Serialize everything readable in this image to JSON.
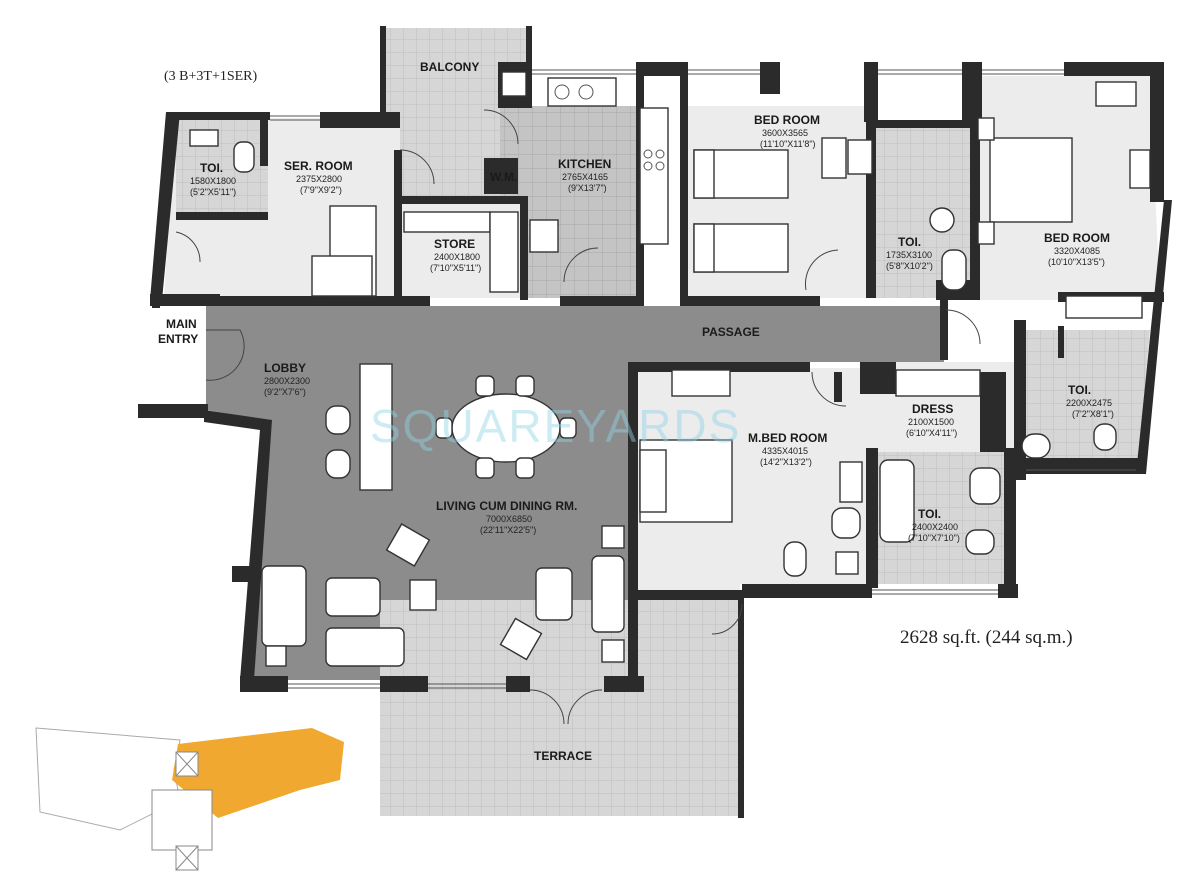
{
  "unit_type": "(3 B+3T+1SER)",
  "area": "2628 sq.ft. (244 sq.m.)",
  "watermark": "SQUAREYARDS",
  "rooms": {
    "balcony": {
      "name": "BALCONY"
    },
    "toi_ser": {
      "name": "TOI.",
      "mm": "1580X1800",
      "ft": "(5'2\"X5'11\")"
    },
    "ser_room": {
      "name": "SER. ROOM",
      "mm": "2375X2800",
      "ft": "(7'9\"X9'2\")"
    },
    "wm": {
      "name": "W.M."
    },
    "kitchen": {
      "name": "KITCHEN",
      "mm": "2765X4165",
      "ft": "(9'X13'7\")"
    },
    "store": {
      "name": "STORE",
      "mm": "2400X1800",
      "ft": "(7'10\"X5'11\")"
    },
    "bed1": {
      "name": "BED ROOM",
      "mm": "3600X3565",
      "ft": "(11'10\"X11'8\")"
    },
    "toi1": {
      "name": "TOI.",
      "mm": "1735X3100",
      "ft": "(5'8\"X10'2\")"
    },
    "bed2": {
      "name": "BED ROOM",
      "mm": "3320X4085",
      "ft": "(10'10\"X13'5\")"
    },
    "main_entry": {
      "line1": "MAIN",
      "line2": "ENTRY"
    },
    "passage": {
      "name": "PASSAGE"
    },
    "lobby": {
      "name": "LOBBY",
      "mm": "2800X2300",
      "ft": "(9'2\"X7'6\")"
    },
    "toi2": {
      "name": "TOI.",
      "mm": "2200X2475",
      "ft": "(7'2\"X8'1\")"
    },
    "dress": {
      "name": "DRESS",
      "mm": "2100X1500",
      "ft": "(6'10\"X4'11\")"
    },
    "mbed": {
      "name": "M.BED ROOM",
      "mm": "4335X4015",
      "ft": "(14'2\"X13'2\")"
    },
    "toi3": {
      "name": "TOI.",
      "mm": "2400X2400",
      "ft": "(7'10\"X7'10\")"
    },
    "living": {
      "name": "LIVING CUM DINING RM.",
      "mm": "7000X6850",
      "ft": "(22'11\"X22'5\")"
    },
    "terrace": {
      "name": "TERRACE"
    }
  },
  "key_plan": {
    "highlight_color": "#f0a830"
  },
  "colors": {
    "wall": "#2b2b2b",
    "living_floor": "#8c8c8c",
    "wet_tile": "#c9c9c9"
  }
}
